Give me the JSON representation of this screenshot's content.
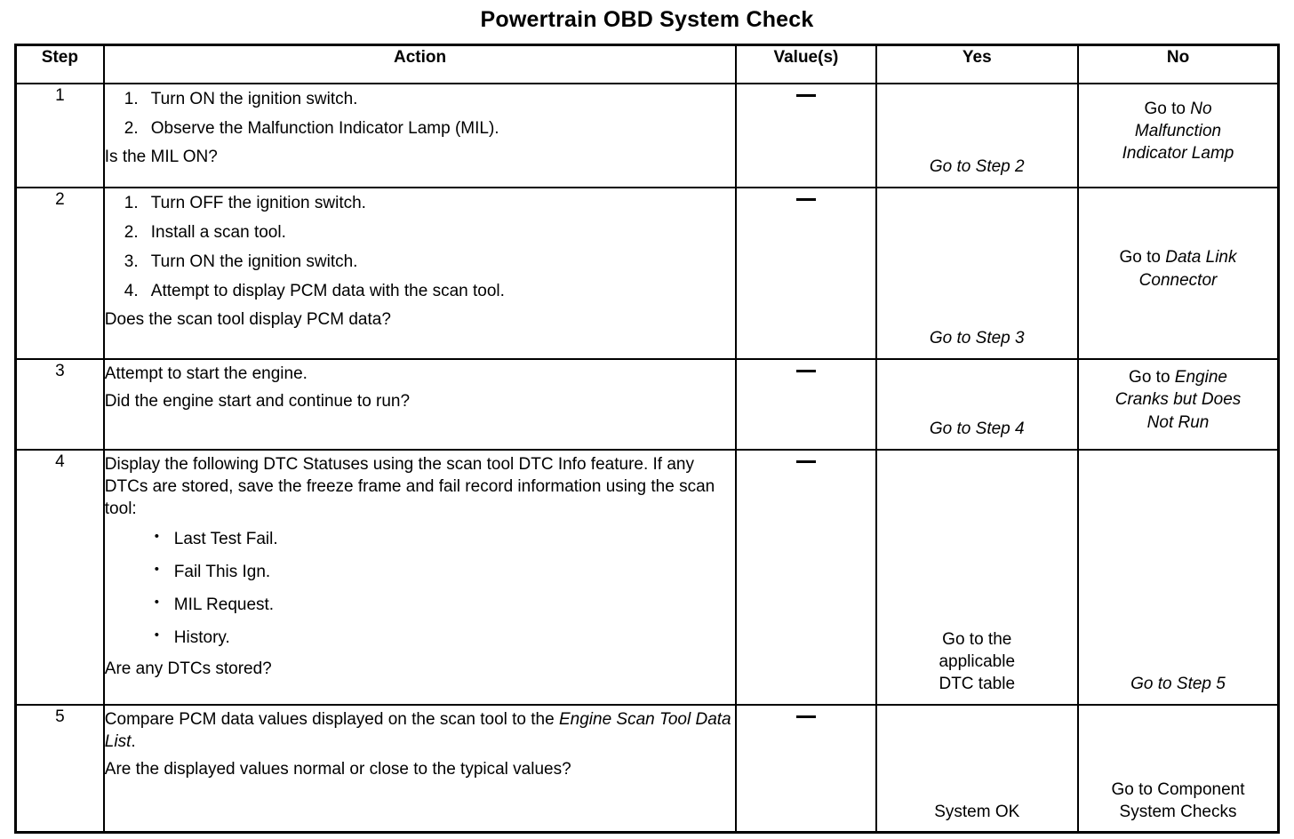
{
  "title": "Powertrain OBD System Check",
  "table": {
    "columns": [
      {
        "key": "step",
        "label": "Step"
      },
      {
        "key": "action",
        "label": "Action"
      },
      {
        "key": "value",
        "label": "Value(s)"
      },
      {
        "key": "yes",
        "label": "Yes"
      },
      {
        "key": "no",
        "label": "No"
      }
    ],
    "dash_value": "—",
    "rows": [
      {
        "step": "1",
        "action": {
          "numbered": [
            "Turn ON the ignition switch.",
            "Observe the Malfunction Indicator Lamp (MIL)."
          ],
          "numbers": [
            "1.",
            "2."
          ],
          "question": "Is the MIL ON?"
        },
        "value": "—",
        "yes": {
          "plain": "",
          "italic": "Go to Step 2"
        },
        "no": {
          "lines": [
            {
              "plain": "Go to ",
              "italic": "No"
            },
            {
              "plain": "",
              "italic": "Malfunction"
            },
            {
              "plain": "",
              "italic": "Indicator Lamp"
            }
          ]
        }
      },
      {
        "step": "2",
        "action": {
          "numbered": [
            "Turn OFF the ignition switch.",
            "Install a scan tool.",
            "Turn ON the ignition switch.",
            "Attempt to display PCM data with the scan tool."
          ],
          "numbers": [
            "1.",
            "2.",
            "3.",
            "4."
          ],
          "question": "Does the scan tool display PCM data?"
        },
        "value": "—",
        "yes": {
          "plain": "",
          "italic": "Go to Step 3"
        },
        "no": {
          "lines": [
            {
              "plain": "Go to ",
              "italic": "Data Link"
            },
            {
              "plain": "",
              "italic": "Connector"
            }
          ]
        }
      },
      {
        "step": "3",
        "action": {
          "paragraphs": [
            "Attempt to start the engine.",
            "Did the engine start and continue to run?"
          ]
        },
        "value": "—",
        "yes": {
          "plain": "",
          "italic": "Go to Step 4"
        },
        "no": {
          "lines": [
            {
              "plain": "Go to ",
              "italic": "Engine"
            },
            {
              "plain": "",
              "italic": "Cranks but Does"
            },
            {
              "plain": "",
              "italic": "Not Run"
            }
          ]
        }
      },
      {
        "step": "4",
        "action": {
          "intro": "Display the following DTC Statuses using the scan tool DTC Info feature. If any DTCs are stored, save the freeze frame and fail record information using the scan tool:",
          "bullets": [
            "Last Test Fail.",
            "Fail This Ign.",
            "MIL Request.",
            "History."
          ],
          "question": "Are any DTCs stored?"
        },
        "value": "—",
        "yes": {
          "lines": [
            {
              "plain": "Go to the",
              "italic": ""
            },
            {
              "plain": "applicable",
              "italic": ""
            },
            {
              "plain": "DTC table",
              "italic": ""
            }
          ]
        },
        "no": {
          "plain": "",
          "italic": "Go to Step 5"
        }
      },
      {
        "step": "5",
        "action": {
          "intro_pre": "Compare PCM data values displayed on the scan tool to the ",
          "intro_italic": "Engine Scan Tool Data List",
          "intro_post": ".",
          "question": "Are the displayed values normal or close to the typical values?"
        },
        "value": "—",
        "yes": {
          "plain": "System OK",
          "italic": ""
        },
        "no": {
          "lines": [
            {
              "plain": "Go to Component",
              "italic": ""
            },
            {
              "plain": "System Checks",
              "italic": ""
            }
          ]
        }
      }
    ]
  }
}
